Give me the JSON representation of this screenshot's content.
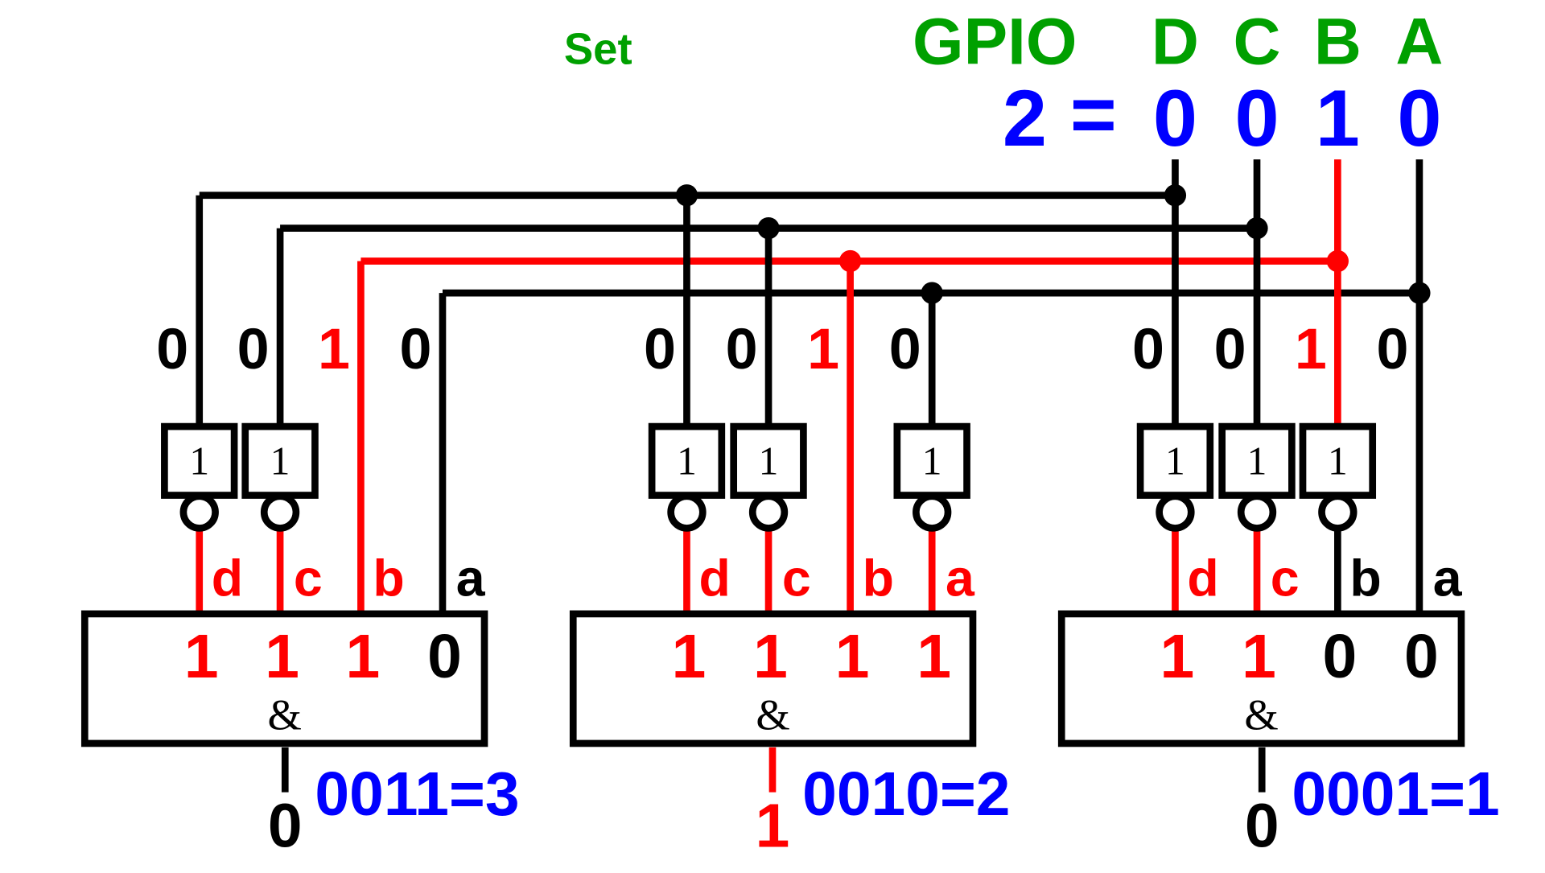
{
  "header": {
    "set_label": "Set",
    "gpio_label": "GPIO",
    "pin_names": [
      "D",
      "C",
      "B",
      "A"
    ],
    "value_decimal": "2",
    "equals": "=",
    "pin_values": [
      "0",
      "0",
      "1",
      "0"
    ]
  },
  "colors": {
    "green": "#00a000",
    "blue": "#0000ff",
    "red": "#ff0000",
    "black": "#000000"
  },
  "decoders": [
    {
      "bus_values": [
        "0",
        "0",
        "1",
        "0"
      ],
      "inverted": [
        true,
        true,
        false,
        false
      ],
      "input_labels": [
        "d",
        "c",
        "b",
        "a"
      ],
      "and_inputs": [
        "1",
        "1",
        "1",
        "0"
      ],
      "gate_label": "&",
      "output": "0",
      "address_label": "0011=3"
    },
    {
      "bus_values": [
        "0",
        "0",
        "1",
        "0"
      ],
      "inverted": [
        true,
        true,
        false,
        true
      ],
      "input_labels": [
        "d",
        "c",
        "b",
        "a"
      ],
      "and_inputs": [
        "1",
        "1",
        "1",
        "1"
      ],
      "gate_label": "&",
      "output": "1",
      "address_label": "0010=2"
    },
    {
      "bus_values": [
        "0",
        "0",
        "1",
        "0"
      ],
      "inverted": [
        true,
        true,
        true,
        false
      ],
      "input_labels": [
        "d",
        "c",
        "b",
        "a"
      ],
      "and_inputs": [
        "1",
        "1",
        "0",
        "0"
      ],
      "gate_label": "&",
      "output": "0",
      "address_label": "0001=1"
    }
  ],
  "inverter_label": "1"
}
